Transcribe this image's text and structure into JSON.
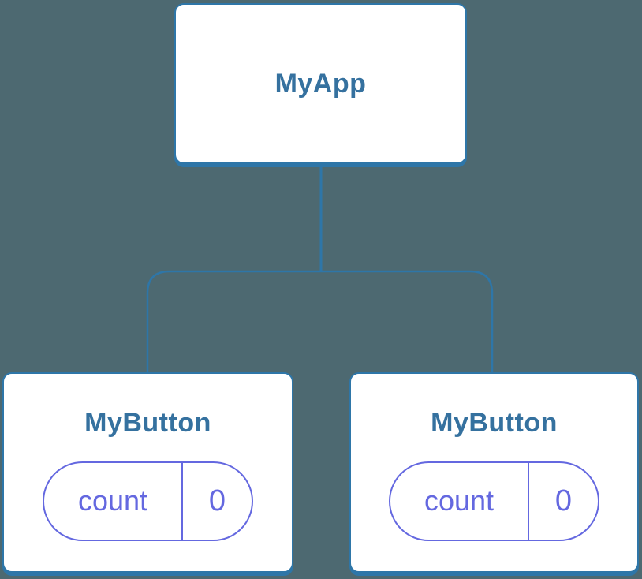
{
  "colors": {
    "canvas_bg": "#4d6971",
    "node_bg": "#ffffff",
    "node_border": "#2e76a8",
    "node_label": "#35719f",
    "connector": "#2e76a8",
    "state_accent": "#6468e0"
  },
  "tree": {
    "root": {
      "label": "MyApp"
    },
    "children": [
      {
        "label": "MyButton",
        "state": {
          "key": "count",
          "value": "0"
        }
      },
      {
        "label": "MyButton",
        "state": {
          "key": "count",
          "value": "0"
        }
      }
    ]
  }
}
